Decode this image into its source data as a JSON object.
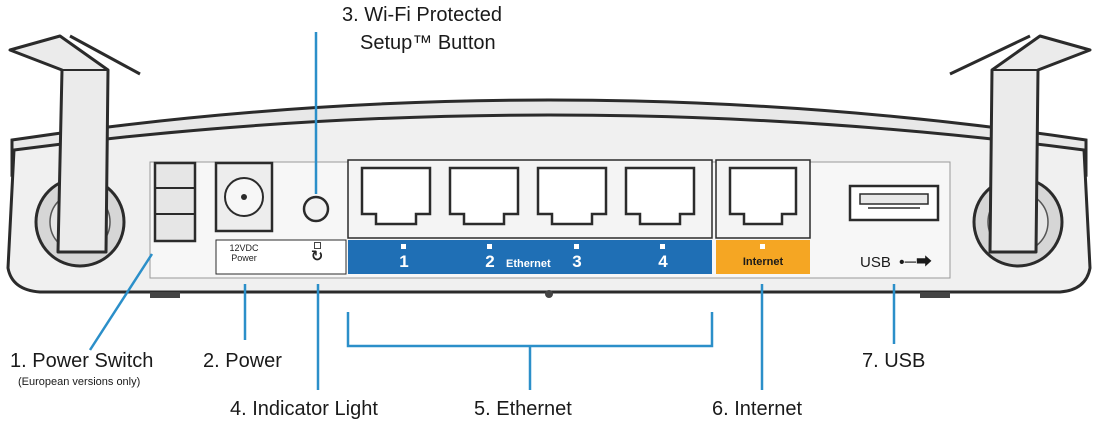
{
  "callouts": {
    "power_switch": {
      "label": "1. Power Switch",
      "note": "(European versions only)"
    },
    "power": {
      "label": "2. Power"
    },
    "wps": {
      "line1": "3. Wi-Fi Protected",
      "line2": "Setup™ Button"
    },
    "indicator_light": {
      "label": "4. Indicator Light"
    },
    "ethernet": {
      "label": "5. Ethernet"
    },
    "internet": {
      "label": "6. Internet"
    },
    "usb": {
      "label": "7. USB"
    }
  },
  "panel": {
    "power_label_line1": "12VDC",
    "power_label_line2": "Power",
    "indicator_glyph": "↻",
    "ethernet_ports": [
      "1",
      "2",
      "3",
      "4"
    ],
    "ethernet_label": "Ethernet",
    "internet_label": "Internet",
    "usb_label": "USB"
  },
  "colors": {
    "ethernet_strip": "#1f6fb5",
    "internet_strip": "#f5a623",
    "callout_line": "#2b8fc9"
  }
}
